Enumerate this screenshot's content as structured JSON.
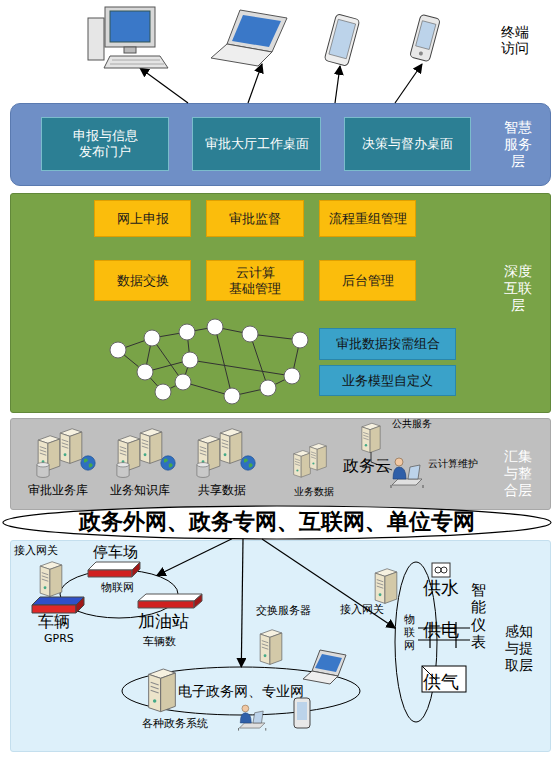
{
  "diagram": {
    "nodes": [
      {
        "text": [
          "智慧服务层"
        ]
      },
      {
        "text": [
          "申报与信息 发布门户"
        ],
        "in": 0
      },
      {
        "text": [
          "审批大厅工作桌面"
        ],
        "in": 0
      },
      {
        "text": [
          "决策与督办桌面"
        ],
        "in": 0
      },
      {
        "text": [
          "深度互联层"
        ]
      },
      {
        "text": [
          "网上申报"
        ],
        "in": 4
      },
      {
        "text": [
          "审批监督"
        ],
        "in": 4
      },
      {
        "text": [
          "流程重组管理"
        ],
        "in": 4
      },
      {
        "text": [
          "数据交换"
        ],
        "in": 4
      },
      {
        "text": [
          "云计算 基础管理"
        ],
        "in": 4
      },
      {
        "text": [
          "后台管理"
        ],
        "in": 4
      },
      {
        "text": [
          "审批数据按需组合"
        ],
        "in": 4
      },
      {
        "text": [
          "业务模型自定义"
        ],
        "in": 4
      },
      {
        "text": [
          "汇集与整合层"
        ]
      },
      {
        "text": [
          "政务外网、政务专网、互联网、单位专网"
        ]
      },
      {
        "text": [
          "感知与提取层"
        ]
      },
      {
        "text": [
          "物联网"
        ],
        "in": 15
      },
      {
        "text": [
          "电子政务网、专业网"
        ],
        "in": 15
      },
      {
        "text": [
          "物联网"
        ],
        "in": 15
      }
    ],
    "edges": [
      {
        "from": 14,
        "to": 16,
        "arrow": "to"
      },
      {
        "from": 14,
        "to": 17,
        "arrow": "to"
      },
      {
        "from": 14,
        "to": 18,
        "arrow": "to"
      }
    ],
    "labels": [
      "终端访问",
      "审批业务库",
      "业务知识库",
      "共享数据",
      "业务数据",
      "政务云",
      "公共服务",
      "云计算维护",
      "接入网关",
      "停车场",
      "车辆",
      "GPRS",
      "加油站",
      "车辆数",
      "交换服务器",
      "各种政务系统",
      "接入网关",
      "供水",
      "供电",
      "供气",
      "智能仪表"
    ]
  }
}
